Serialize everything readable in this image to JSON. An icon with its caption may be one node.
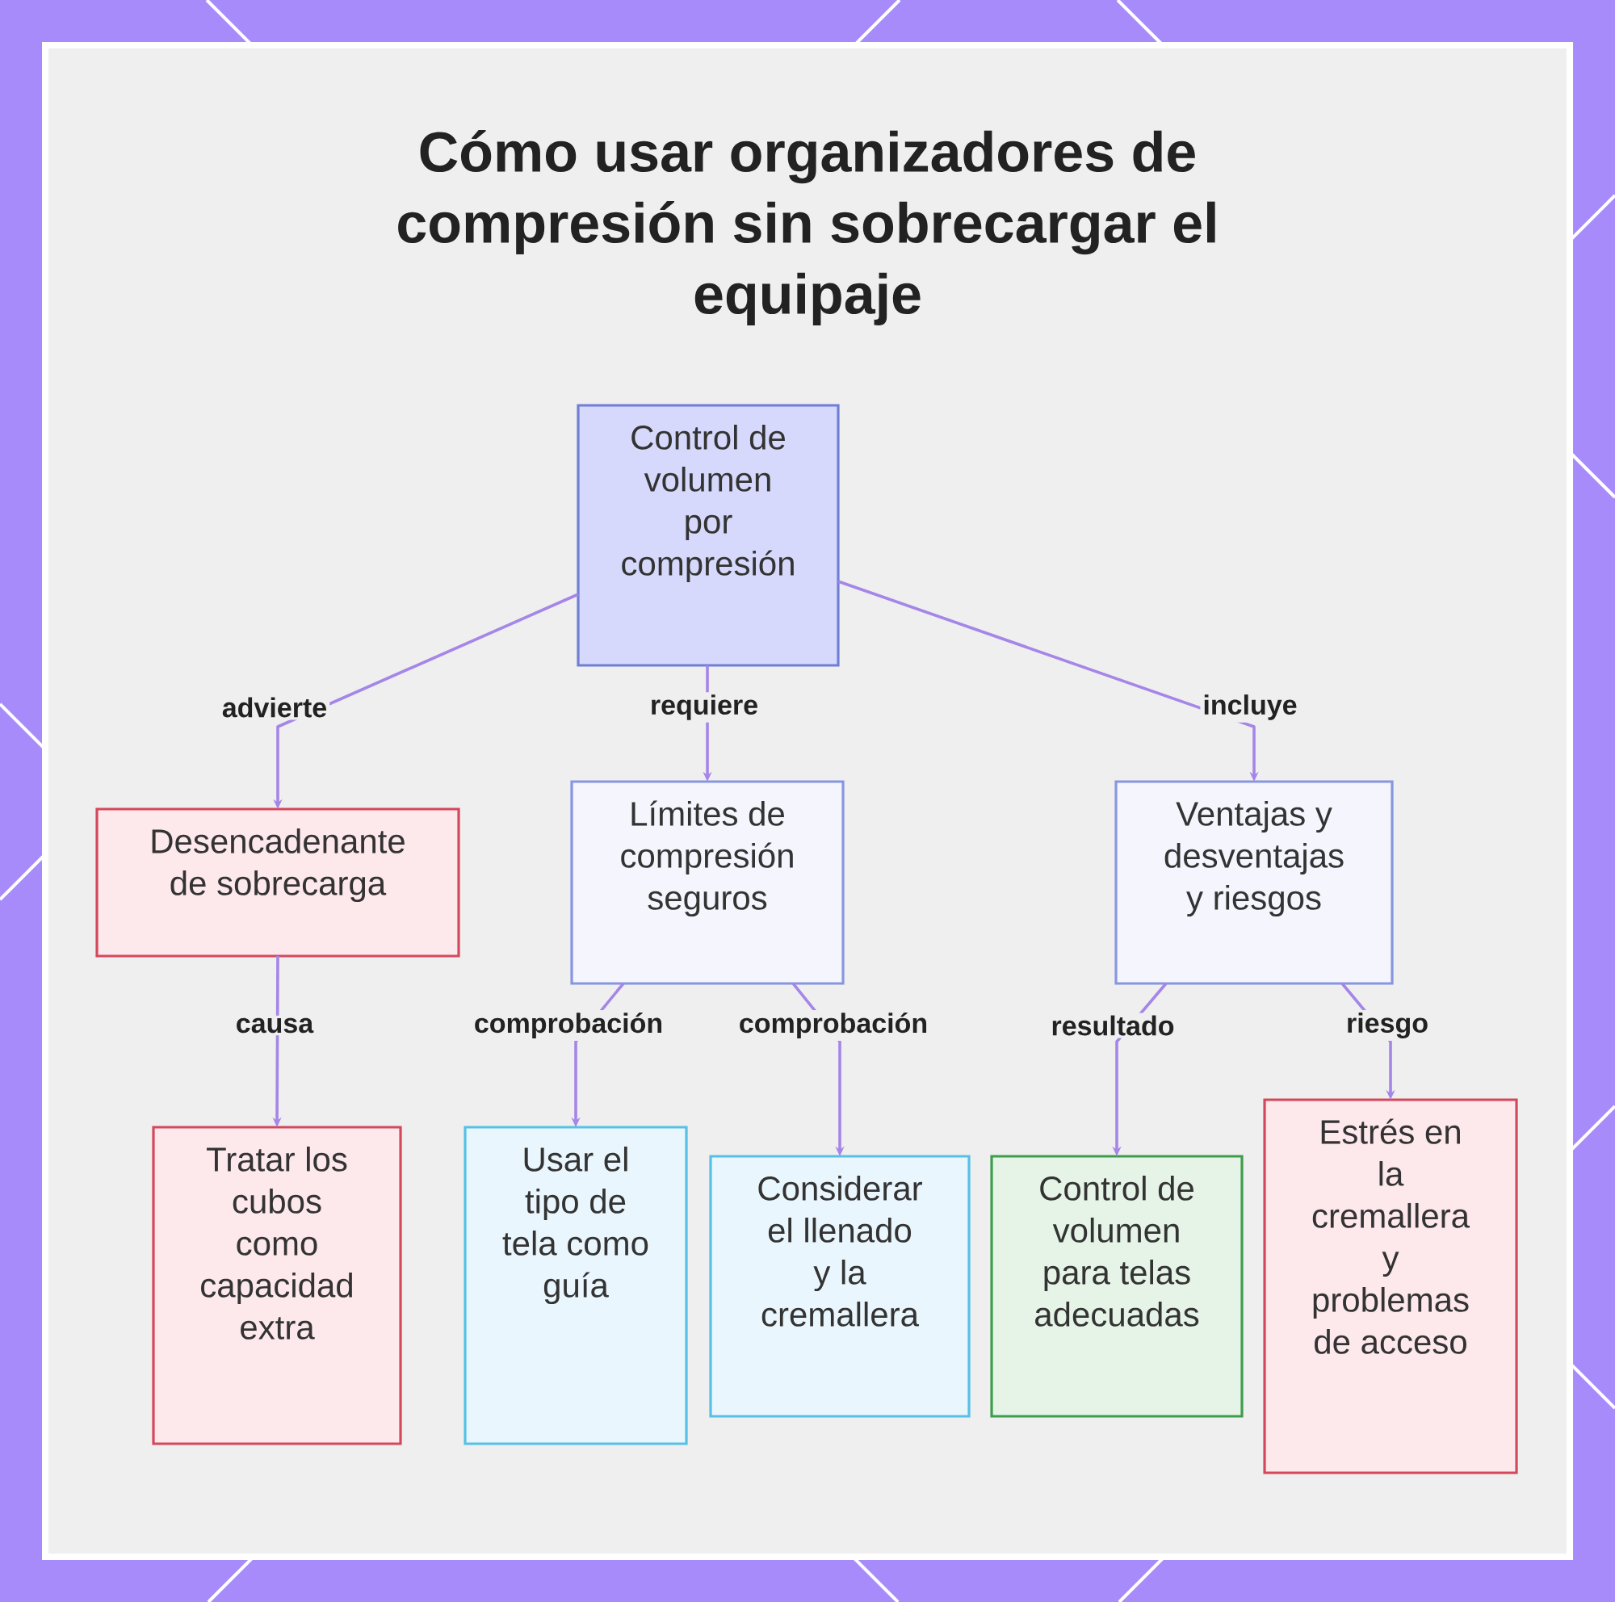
{
  "diagram": {
    "title": "Cómo usar organizadores de compresión sin sobrecargar el equipaje",
    "nodes": [
      {
        "text": [
          "Control de volumen por compresión"
        ]
      },
      {
        "text": [
          "Desencadenante de sobrecarga"
        ]
      },
      {
        "text": [
          "Límites de compresión seguros"
        ]
      },
      {
        "text": [
          "Ventajas y desventajas y riesgos"
        ]
      },
      {
        "text": [
          "Tratar los cubos como capacidad extra"
        ]
      },
      {
        "text": [
          "Usar el tipo de tela como guía"
        ]
      },
      {
        "text": [
          "Considerar el llenado y la cremallera"
        ]
      },
      {
        "text": [
          "Control de volumen para telas adecuadas"
        ]
      },
      {
        "text": [
          "Estrés en la cremallera y problemas de acceso"
        ]
      }
    ],
    "edges": [
      {
        "from": 0,
        "to": 1,
        "arrow": "to",
        "label": "advierte"
      },
      {
        "from": 0,
        "to": 2,
        "arrow": "to",
        "label": "requiere"
      },
      {
        "from": 0,
        "to": 3,
        "arrow": "to",
        "label": "incluye"
      },
      {
        "from": 1,
        "to": 4,
        "arrow": "to",
        "label": "causa"
      },
      {
        "from": 2,
        "to": 5,
        "arrow": "to",
        "label": "comprobación"
      },
      {
        "from": 2,
        "to": 6,
        "arrow": "to",
        "label": "comprobación"
      },
      {
        "from": 3,
        "to": 7,
        "arrow": "to",
        "label": "resultado"
      },
      {
        "from": 3,
        "to": 8,
        "arrow": "to",
        "label": "riesgo"
      }
    ]
  }
}
